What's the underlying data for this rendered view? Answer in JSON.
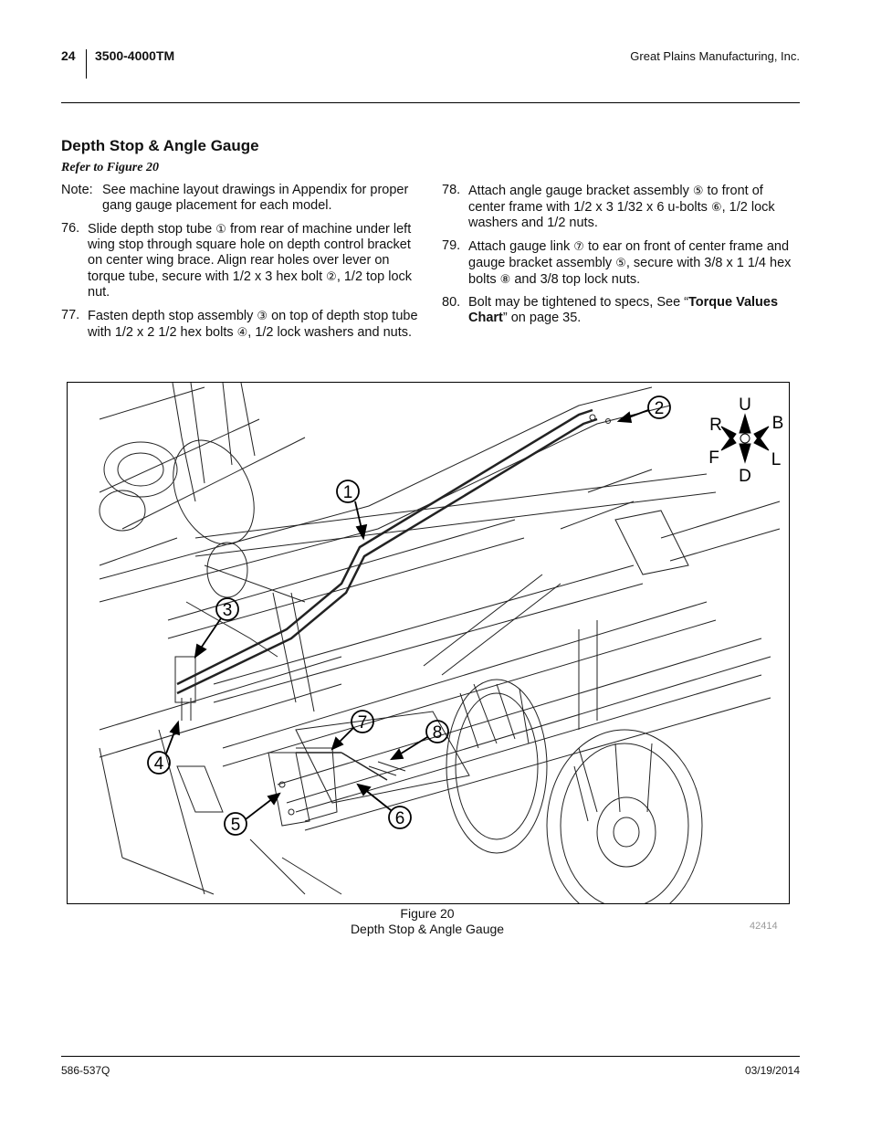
{
  "header": {
    "page_number": "24",
    "doc_id": "3500-4000TM",
    "company": "Great Plains Manufacturing, Inc."
  },
  "section": {
    "title": "Depth Stop & Angle Gauge",
    "refer": "Refer to Figure 20"
  },
  "left_column": {
    "note_label": "Note:",
    "note_text": "See machine layout drawings in Appendix for proper gang gauge placement for each model.",
    "item76_num": "76.",
    "item76_a": "Slide depth stop tube ",
    "item76_c1": "①",
    "item76_b": " from rear of machine under left wing stop through square hole on depth control bracket on center wing brace. Align rear holes over lever on torque tube, secure with 1/2 x 3 hex bolt ",
    "item76_c2": "②",
    "item76_c": ", 1/2 top lock nut.",
    "item77_num": "77.",
    "item77_a": "Fasten depth stop assembly ",
    "item77_c1": "③",
    "item77_b": " on top of depth stop tube with 1/2 x 2 1/2 hex bolts ",
    "item77_c2": "④",
    "item77_c": ", 1/2 lock washers and nuts."
  },
  "right_column": {
    "item78_num": "78.",
    "item78_a": "Attach angle gauge bracket assembly ",
    "item78_c1": "⑤",
    "item78_b": " to front of center frame with 1/2 x 3 1/32 x 6 u-bolts ",
    "item78_c2": "⑥",
    "item78_c": ", 1/2 lock washers and 1/2 nuts.",
    "item79_num": "79.",
    "item79_a": "Attach gauge link ",
    "item79_c1": "⑦",
    "item79_b": " to ear on front of center frame and gauge bracket assembly ",
    "item79_c2": "⑤",
    "item79_c": ", secure with 3/8 x 1 1/4 hex bolts ",
    "item79_c3": "⑧",
    "item79_d": " and 3/8 top lock nuts.",
    "item80_num": "80.",
    "item80_a": "Bolt may be tightened to specs, See “",
    "item80_bold": "Torque Values Chart",
    "item80_b": "” on page 35."
  },
  "figure": {
    "callouts": [
      "1",
      "2",
      "3",
      "4",
      "5",
      "6",
      "7",
      "8"
    ],
    "compass": {
      "up": "U",
      "down": "D",
      "rear": "R",
      "back": "B",
      "front": "F",
      "left": "L"
    },
    "caption_line1": "Figure 20",
    "caption_line2": "Depth Stop & Angle Gauge",
    "drawing_id": "42414"
  },
  "footer": {
    "left": "586-537Q",
    "right": "03/19/2014"
  }
}
